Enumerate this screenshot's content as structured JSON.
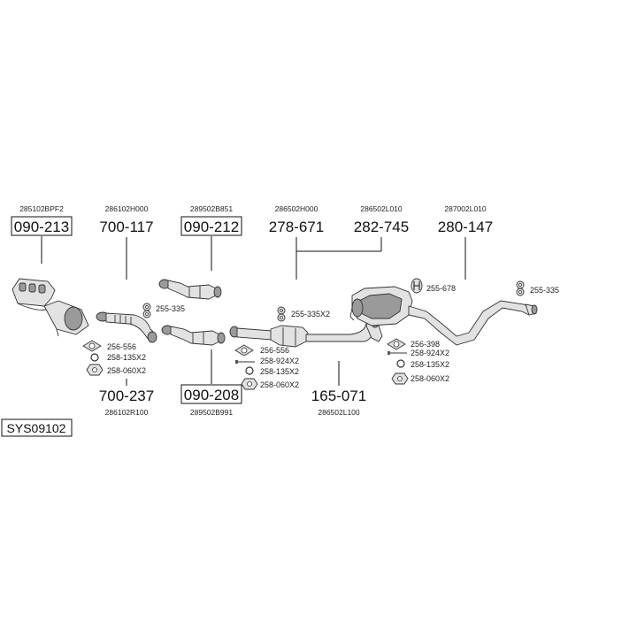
{
  "diagram": {
    "system_code": "SYS09102",
    "main_parts": [
      {
        "id": "p1",
        "oem": "285102BPF2",
        "number": "090-213",
        "boxed": true
      },
      {
        "id": "p2",
        "oem": "286102H000",
        "number": "700-117",
        "boxed": false
      },
      {
        "id": "p3",
        "oem": "289502B851",
        "number": "090-212",
        "boxed": true
      },
      {
        "id": "p4",
        "oem": "286502H000",
        "number": "278-671",
        "boxed": false
      },
      {
        "id": "p5",
        "oem": "286502L010",
        "number": "282-745",
        "boxed": false
      },
      {
        "id": "p6",
        "oem": "287002L010",
        "number": "280-147",
        "boxed": false
      },
      {
        "id": "p7",
        "oem": "286102R100",
        "number": "700-237",
        "boxed": false
      },
      {
        "id": "p8",
        "oem": "289502B991",
        "number": "090-208",
        "boxed": true
      },
      {
        "id": "p9",
        "oem": "286502L100",
        "number": "165-071",
        "boxed": false
      }
    ],
    "accessories": [
      {
        "id": "a1",
        "label": "255-335",
        "icon": "hanger-icon"
      },
      {
        "id": "a2",
        "label": "256-556",
        "icon": "gasket-icon"
      },
      {
        "id": "a3",
        "label": "258-135X2",
        "icon": "ring-icon"
      },
      {
        "id": "a4",
        "label": "258-060X2",
        "icon": "nut-icon"
      },
      {
        "id": "a5",
        "label": "255-335X2",
        "icon": "hanger-icon"
      },
      {
        "id": "a6",
        "label": "256-556",
        "icon": "gasket-icon"
      },
      {
        "id": "a7",
        "label": "258-924X2",
        "icon": "bolt-icon"
      },
      {
        "id": "a8",
        "label": "258-135X2",
        "icon": "ring-icon"
      },
      {
        "id": "a9",
        "label": "258-060X2",
        "icon": "nut-icon"
      },
      {
        "id": "a10",
        "label": "255-678",
        "icon": "bracket-icon"
      },
      {
        "id": "a11",
        "label": "256-398",
        "icon": "gasket-icon"
      },
      {
        "id": "a12",
        "label": "258-924X2",
        "icon": "bolt-icon"
      },
      {
        "id": "a13",
        "label": "258-135X2",
        "icon": "ring-icon"
      },
      {
        "id": "a14",
        "label": "258-060X2",
        "icon": "nut-icon"
      },
      {
        "id": "a15",
        "label": "255-335",
        "icon": "hanger-icon"
      }
    ]
  }
}
